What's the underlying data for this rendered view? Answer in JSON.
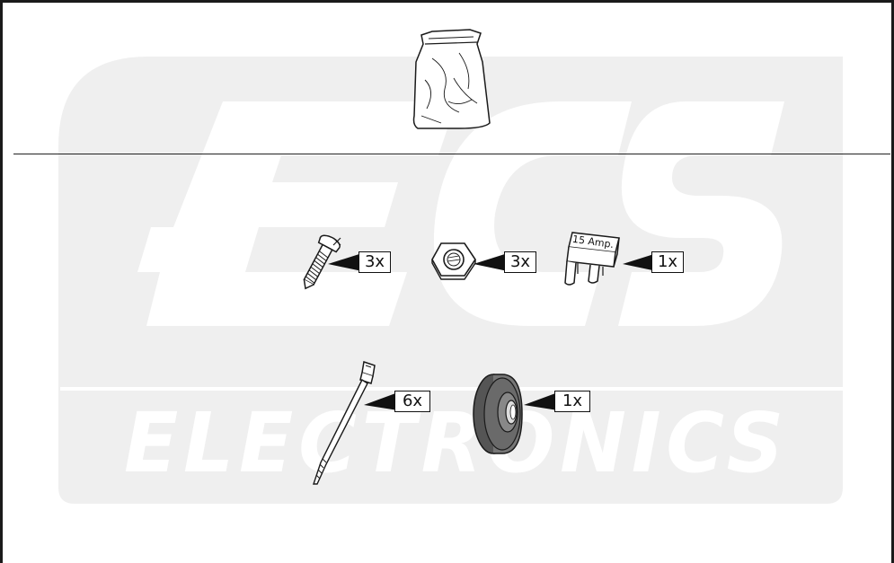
{
  "watermark": {
    "logo_text": "ECS",
    "brand_text": "ELECTRONICS",
    "color": "#efefef"
  },
  "parts": [
    {
      "icon": "screw-icon",
      "quantity": "3x"
    },
    {
      "icon": "nut-icon",
      "quantity": "3x"
    },
    {
      "icon": "fuse-icon",
      "quantity": "1x",
      "fuse_label": "15 Amp."
    },
    {
      "icon": "cable-tie-icon",
      "quantity": "6x"
    },
    {
      "icon": "grommet-icon",
      "quantity": "1x"
    }
  ],
  "colors": {
    "line": "#1a1a1a",
    "part_fill": "#ffffff",
    "grommet_fill": "#666666"
  }
}
